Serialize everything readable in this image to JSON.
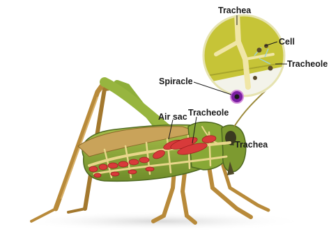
{
  "labels": {
    "trachea_top": "Trachea",
    "cell": "Cell",
    "tracheole_right": "Tracheole",
    "spiracle": "Spiracle",
    "air_sac": "Air sac",
    "tracheole_body": "Tracheole",
    "trachea_body": "Trachea"
  },
  "colors": {
    "body_green": "#8eae3a",
    "body_dark": "#5f7a24",
    "air_sac_red": "#d83a3a",
    "trachea_yellow": "#e8d68a",
    "inset_bg": "#c6c437",
    "spiracle_purple": "#7b1fa2",
    "leg_tan": "#b88a3a"
  }
}
